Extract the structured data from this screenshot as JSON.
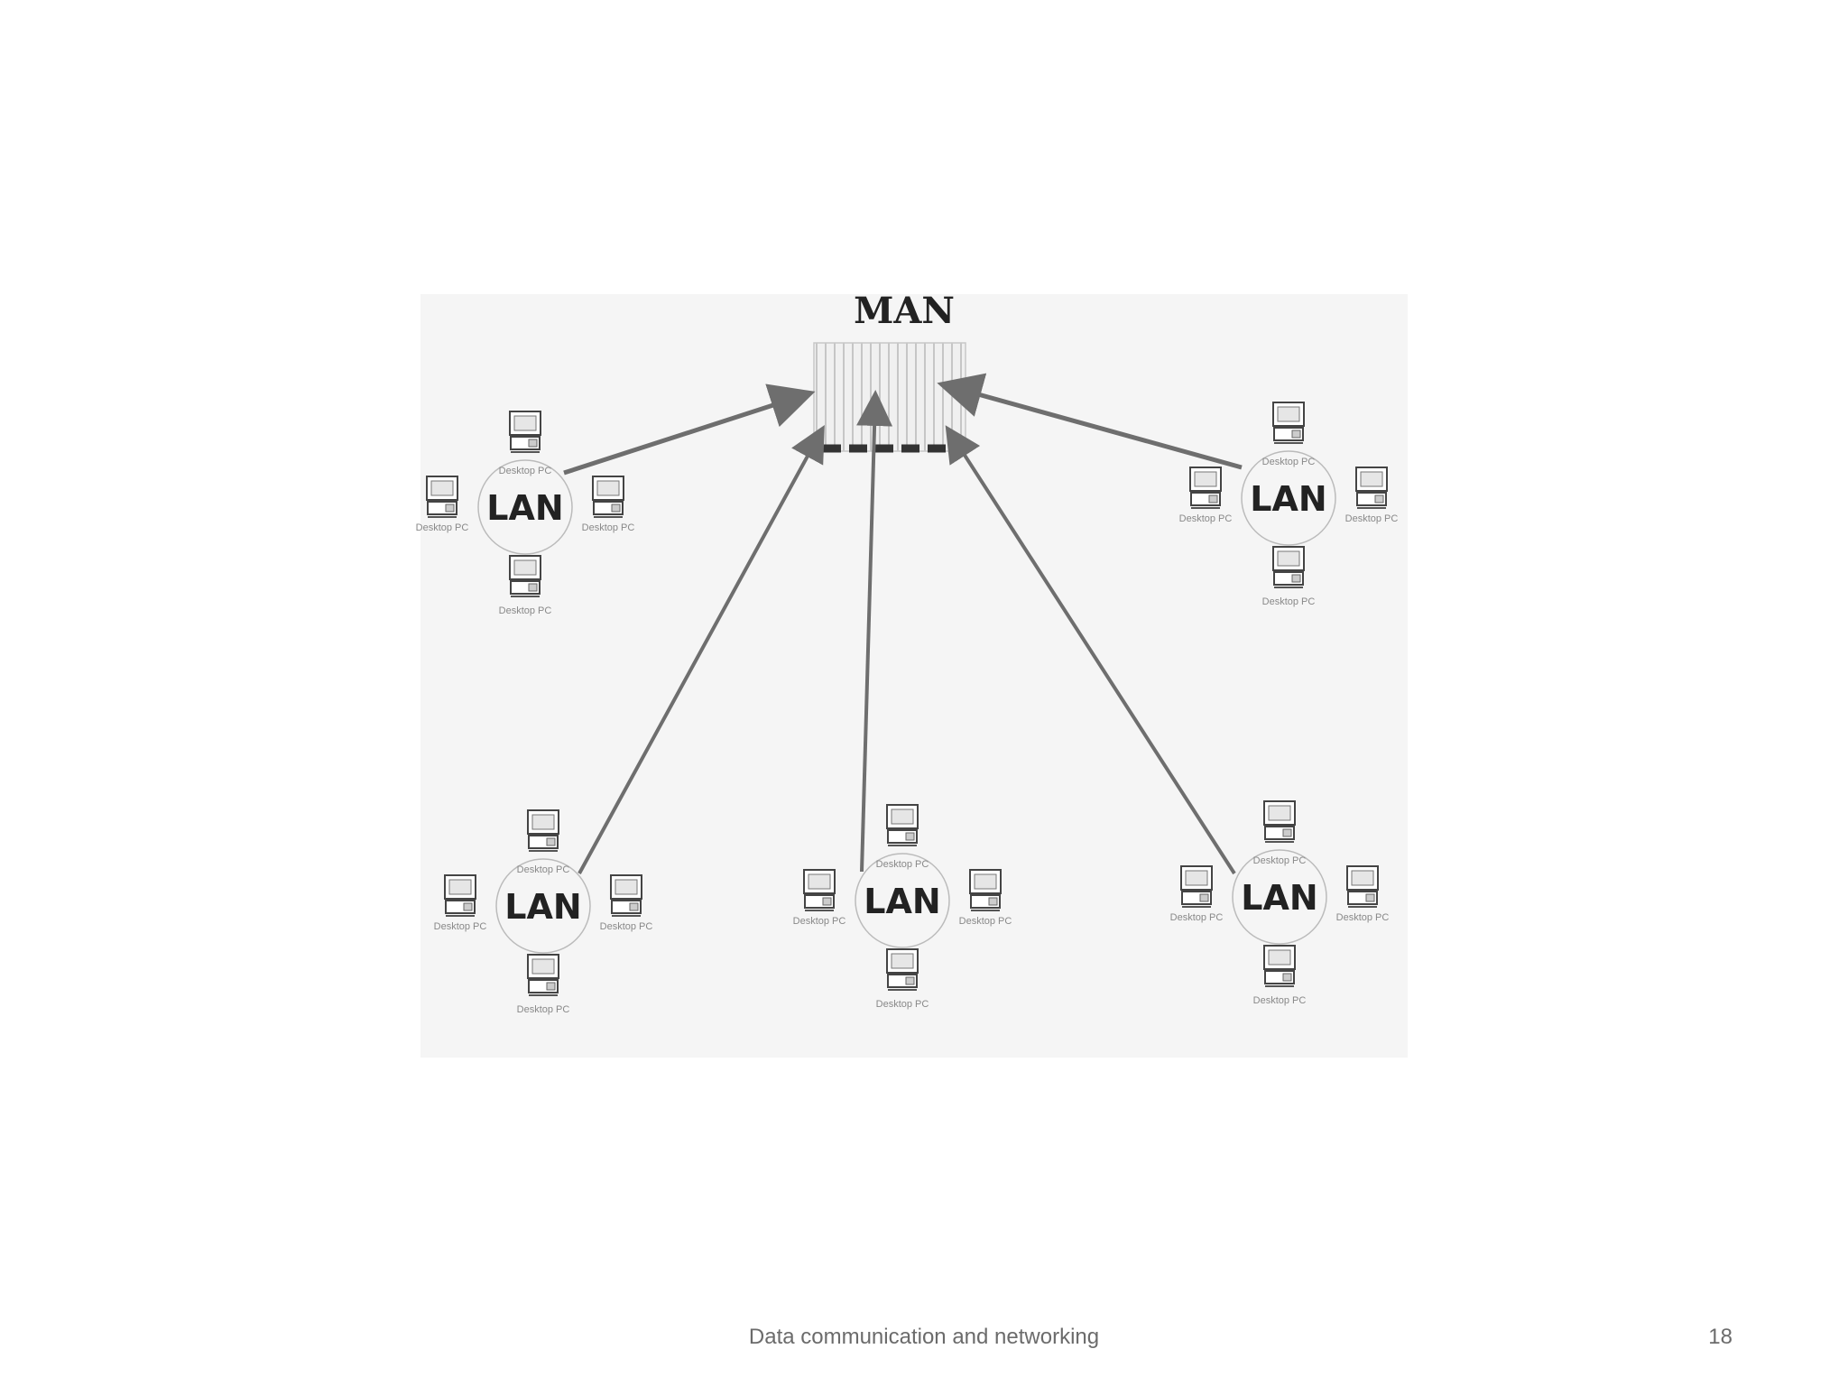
{
  "diagram": {
    "hub_label": "MAN",
    "lan_label": "LAN",
    "pc_label": "Desktop PC",
    "lans": [
      {
        "id": "lan-top-left"
      },
      {
        "id": "lan-top-right"
      },
      {
        "id": "lan-bottom-left"
      },
      {
        "id": "lan-bottom-center"
      },
      {
        "id": "lan-bottom-right"
      }
    ],
    "colors": {
      "arrow": "#6e6e6e",
      "ink": "#222222",
      "panel": "#f5f5f5"
    }
  },
  "footer": {
    "title": "Data communication and networking",
    "page_number": "18"
  }
}
